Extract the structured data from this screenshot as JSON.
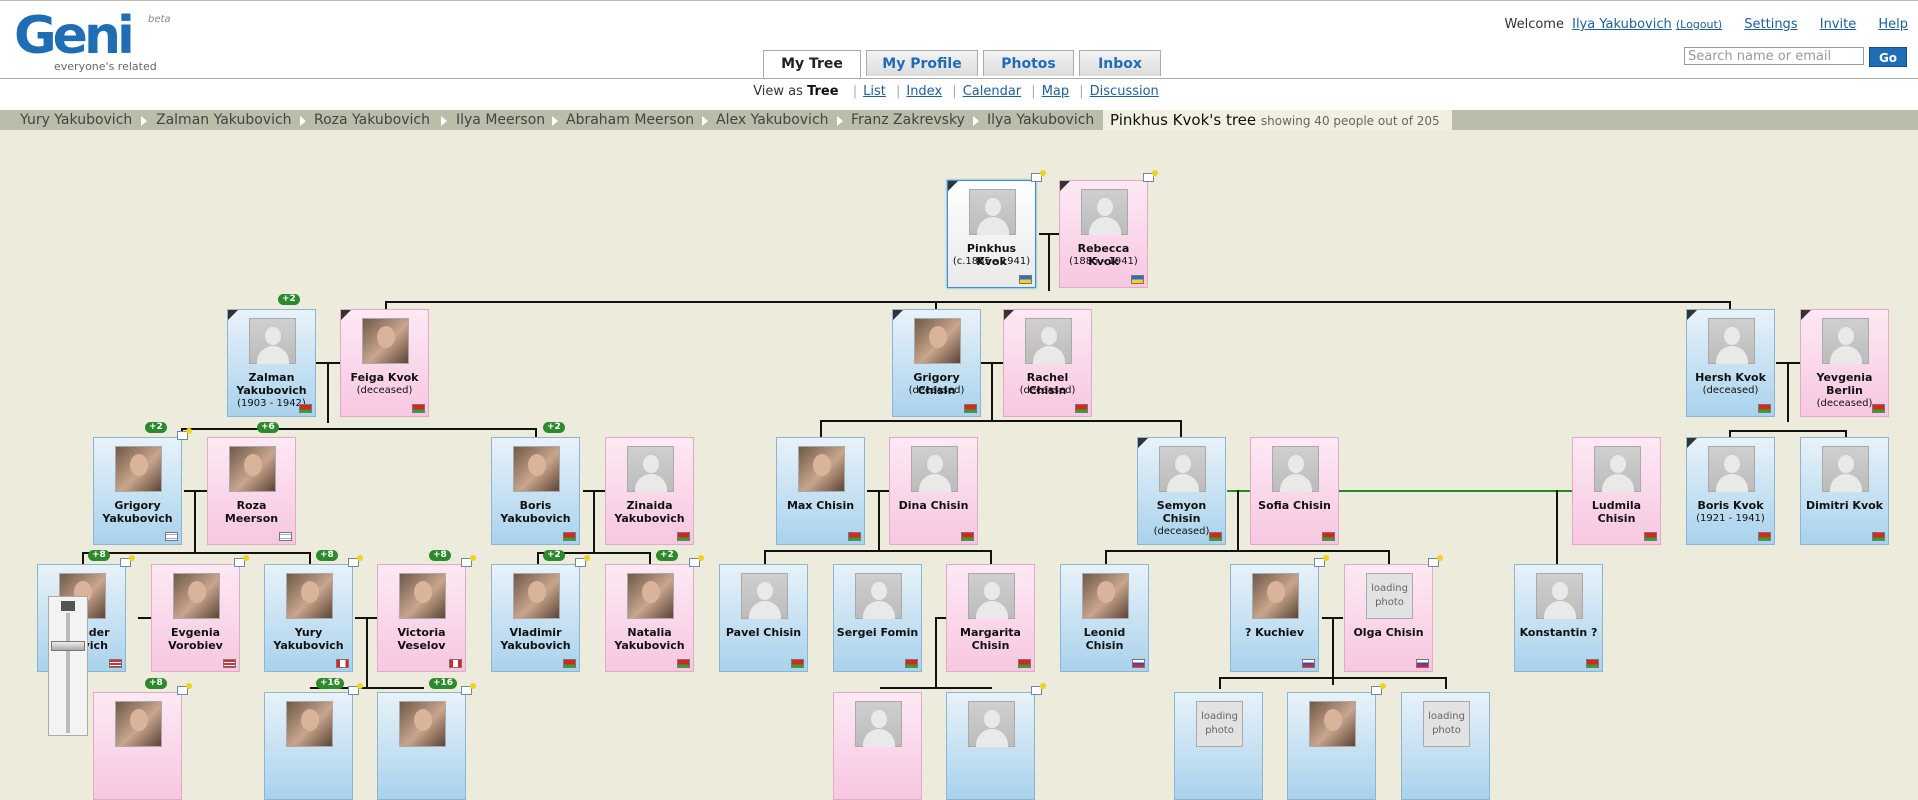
{
  "app": {
    "logo": "Geni",
    "beta": "beta",
    "tagline": "everyone's related"
  },
  "user_bar": {
    "welcome": "Welcome",
    "user_name": "Ilya Yakubovich",
    "logout": "(Logout)",
    "settings": "Settings",
    "invite": "Invite",
    "help": "Help"
  },
  "search": {
    "placeholder": "Search name or email",
    "go": "Go"
  },
  "tabs": [
    {
      "label": "My Tree"
    },
    {
      "label": "My Profile"
    },
    {
      "label": "Photos"
    },
    {
      "label": "Inbox"
    }
  ],
  "view_as": {
    "label": "View as",
    "current": "Tree",
    "options": [
      "List",
      "Index",
      "Calendar",
      "Map",
      "Discussion"
    ]
  },
  "breadcrumb": [
    "Yury Yakubovich",
    "Zalman Yakubovich",
    "Roza Yakubovich",
    "Ilya Meerson",
    "Abraham Meerson",
    "Alex Yakubovich",
    "Franz Zakrevsky",
    "Ilya Yakubovich"
  ],
  "current_tree": {
    "title": "Pinkhus Kvok's tree",
    "info": "showing 40 people out of 205"
  },
  "people": [
    {
      "name": "Pinkhus Kvok",
      "dates": "(c.1885 - 1941)"
    },
    {
      "name": "Rebecca Kvok",
      "dates": "(1885 - 1941)"
    },
    {
      "name": "Zalman Yakubovich",
      "dates": "(1903 - 1942)"
    },
    {
      "name": "Feiga Kvok",
      "dates": "(deceased)"
    },
    {
      "name": "Grigory Chisin",
      "dates": "(deceased)"
    },
    {
      "name": "Rachel Chisin",
      "dates": "(deceased)"
    },
    {
      "name": "Hersh Kvok",
      "dates": "(deceased)"
    },
    {
      "name": "Yevgenia Berlin",
      "dates": "(deceased)"
    },
    {
      "name": "Grigory Yakubovich",
      "dates": ""
    },
    {
      "name": "Roza Meerson",
      "dates": ""
    },
    {
      "name": "Boris Yakubovich",
      "dates": ""
    },
    {
      "name": "Zinaida Yakubovich",
      "dates": ""
    },
    {
      "name": "Max Chisin",
      "dates": ""
    },
    {
      "name": "Dina Chisin",
      "dates": ""
    },
    {
      "name": "Semyon Chisin",
      "dates": "(deceased)"
    },
    {
      "name": "Sofia Chisin",
      "dates": ""
    },
    {
      "name": "Ludmila Chisin",
      "dates": ""
    },
    {
      "name": "Boris Kvok",
      "dates": "(1921 - 1941)"
    },
    {
      "name": "Dimitri Kvok",
      "dates": ""
    },
    {
      "name": "ander ovich",
      "dates": ""
    },
    {
      "name": "Evgenia Vorobiev",
      "dates": ""
    },
    {
      "name": "Yury Yakubovich",
      "dates": ""
    },
    {
      "name": "Victoria Veselov",
      "dates": ""
    },
    {
      "name": "Vladimir Yakubovich",
      "dates": ""
    },
    {
      "name": "Natalia Yakubovich",
      "dates": ""
    },
    {
      "name": "Pavel Chisin",
      "dates": ""
    },
    {
      "name": "Sergei Fomin",
      "dates": ""
    },
    {
      "name": "Margarita Chisin",
      "dates": ""
    },
    {
      "name": "Leonid Chisin",
      "dates": ""
    },
    {
      "name": "? Kuchiev",
      "dates": ""
    },
    {
      "name": "Olga Chisin",
      "dates": ""
    },
    {
      "name": "Konstantin ?",
      "dates": ""
    }
  ],
  "badges": [
    "+2",
    "+2",
    "+6",
    "+2",
    "+8",
    "+8",
    "+8",
    "+2",
    "+2",
    "+8",
    "+16",
    "+16"
  ],
  "loading_text": "loading photo",
  "colors": {
    "male_card": "#a9d2ec",
    "female_card": "#f7c7e1",
    "accent": "#1f6db5",
    "badge": "#2c8a2c"
  }
}
